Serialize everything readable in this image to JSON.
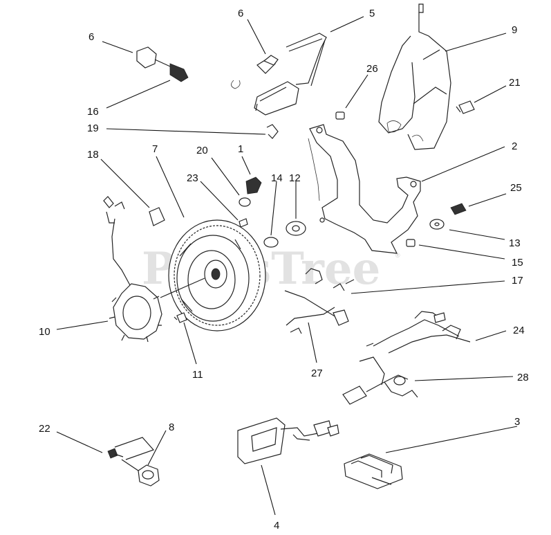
{
  "watermark": {
    "text": "PartsTree",
    "mark": "®"
  },
  "labels": {
    "p1": "1",
    "p2": "2",
    "p3": "3",
    "p4": "4",
    "p5": "5",
    "p6a": "6",
    "p6b": "6",
    "p7": "7",
    "p8": "8",
    "p9": "9",
    "p10": "10",
    "p11": "11",
    "p12": "12",
    "p13": "13",
    "p14": "14",
    "p15": "15",
    "p16": "16",
    "p17": "17",
    "p18": "18",
    "p19": "19",
    "p20": "20",
    "p21": "21",
    "p22": "22",
    "p23": "23",
    "p24": "24",
    "p25": "25",
    "p26": "26",
    "p27": "27",
    "p28": "28"
  }
}
